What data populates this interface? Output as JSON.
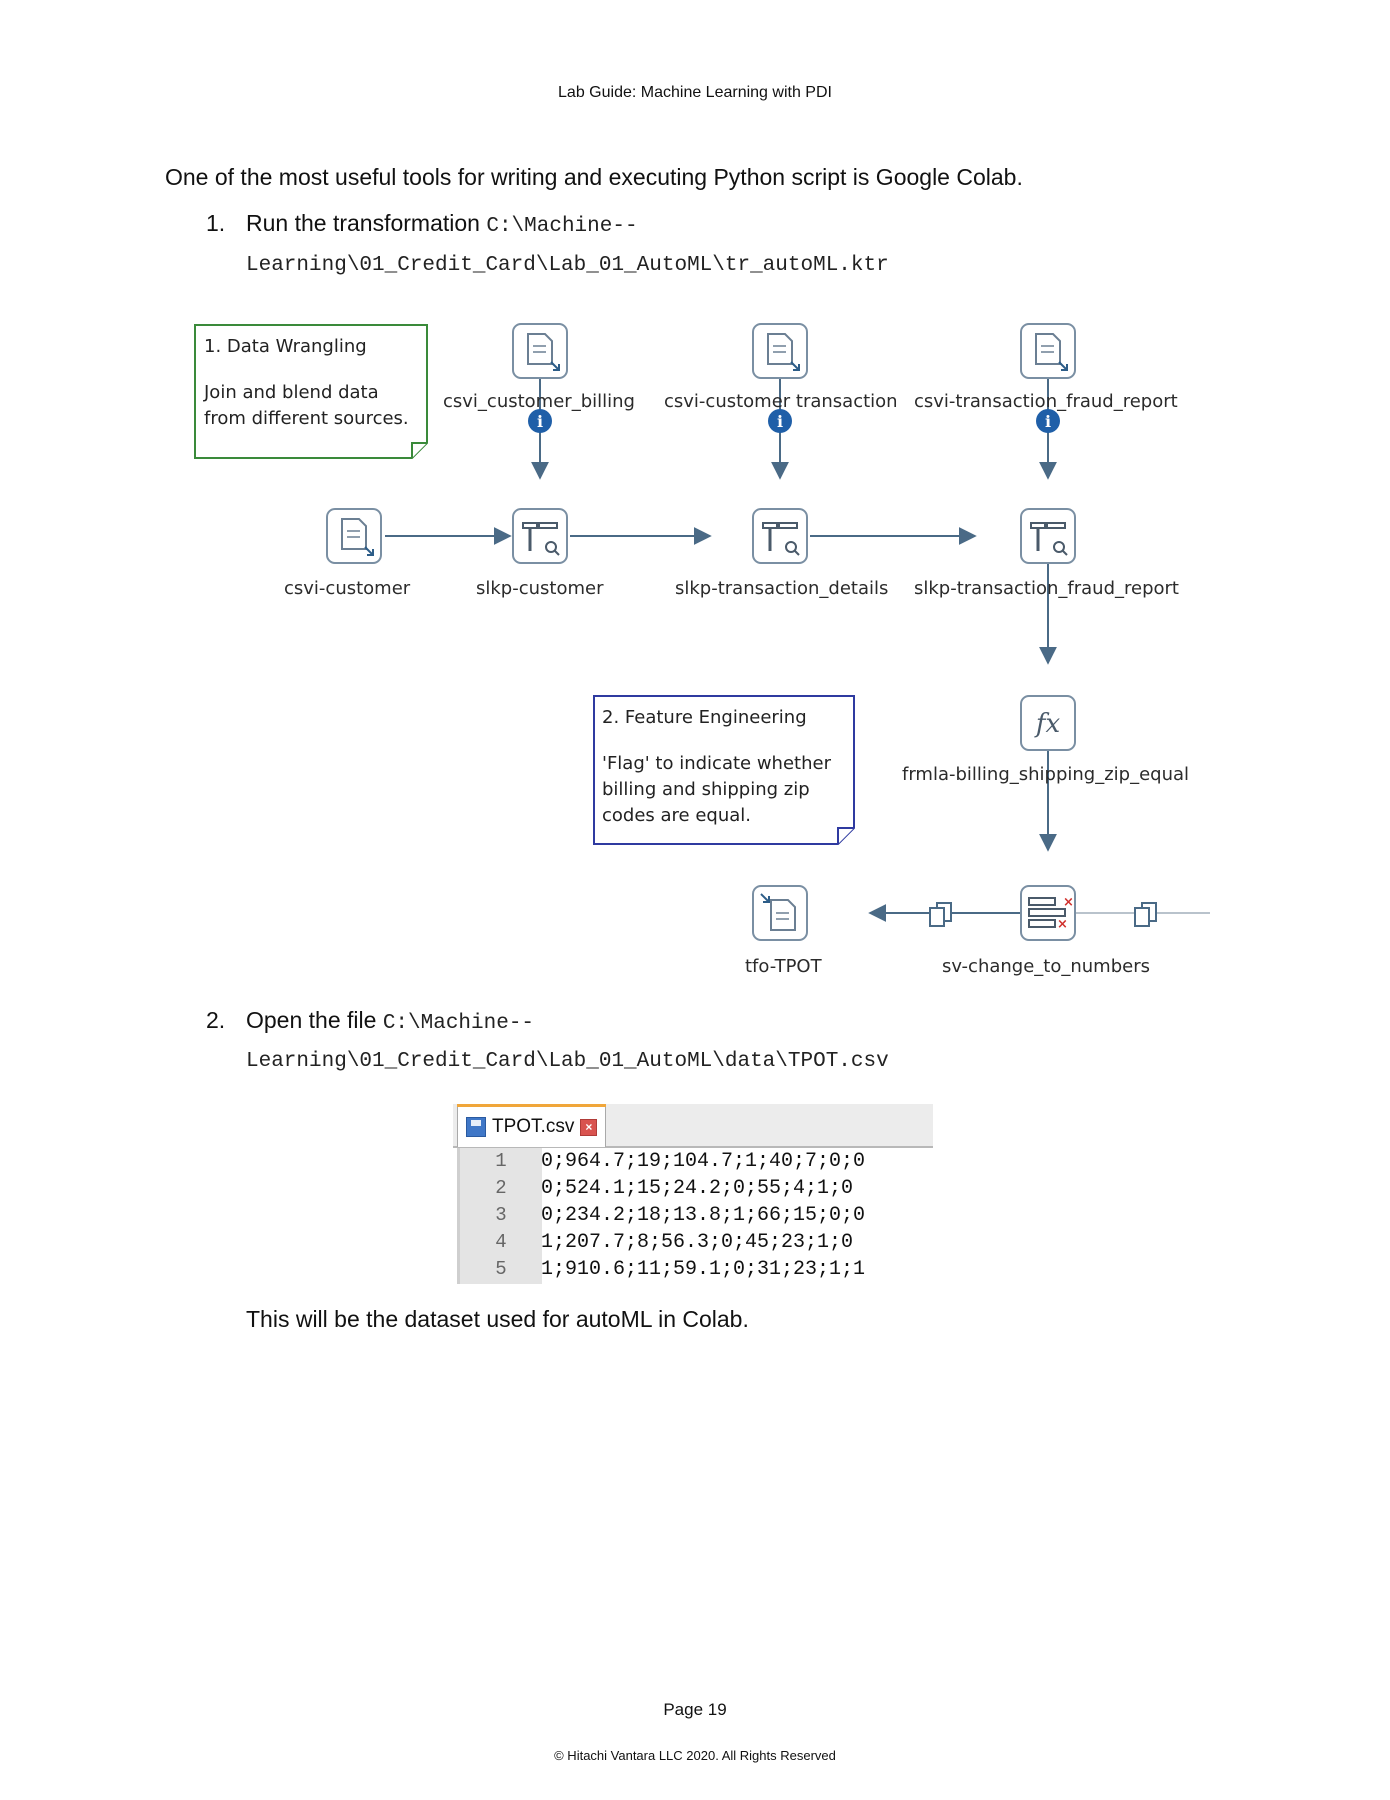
{
  "header": {
    "title": "Lab Guide: Machine Learning with PDI"
  },
  "intro": "One of the most useful tools for writing and executing Python script is Google Colab.",
  "step1": {
    "number": "1.",
    "text": "Run the transformation ",
    "path_line1": "C:\\Machine--",
    "path_line2": "Learning\\01_Credit_Card\\Lab_01_AutoML\\tr_autoML.ktr"
  },
  "diagram": {
    "notes": [
      {
        "title": "1. Data Wrangling",
        "line1": "Join and blend data",
        "line2": "from different sources.",
        "color": "#3a8a3a"
      },
      {
        "title": "2. Feature Engineering",
        "line1": "'Flag' to indicate whether",
        "line2": "billing and shipping zip",
        "line3": "codes are equal.",
        "color": "#2f3aa0"
      }
    ],
    "nodes": {
      "csvi_customer_billing": "csvi_customer_billing",
      "csvi_customer_transaction": "csvi-customer transaction",
      "csvi_transaction_fraud_report": "csvi-transaction_fraud_report",
      "csvi_customer": "csvi-customer",
      "slkp_customer": "slkp-customer",
      "slkp_transaction_details": "slkp-transaction_details",
      "slkp_transaction_fraud_report": "slkp-transaction_fraud_report",
      "frmla": "frmla-billing_shipping_zip_equal",
      "sv_change": "sv-change_to_numbers",
      "tfo_tpot": "tfo-TPOT"
    },
    "icons": {
      "input": "file-input-icon",
      "lookup": "stream-lookup-icon",
      "formula": "formula-icon",
      "value_mapper": "select-values-icon",
      "output": "file-output-icon",
      "info": "info-icon",
      "copy": "copy-rows-icon"
    },
    "accent": "#4a6a86"
  },
  "step2": {
    "number": "2.",
    "text": "Open the file ",
    "path_line1": "C:\\Machine--",
    "path_line2": "Learning\\01_Credit_Card\\Lab_01_AutoML\\data\\TPOT.csv"
  },
  "editor": {
    "tab_label": "TPOT.csv",
    "lines": [
      {
        "n": "1",
        "text": "0;964.7;19;104.7;1;40;7;0;0"
      },
      {
        "n": "2",
        "text": "0;524.1;15;24.2;0;55;4;1;0"
      },
      {
        "n": "3",
        "text": "0;234.2;18;13.8;1;66;15;0;0"
      },
      {
        "n": "4",
        "text": "1;207.7;8;56.3;0;45;23;1;0"
      },
      {
        "n": "5",
        "text": "1;910.6;11;59.1;0;31;23;1;1"
      }
    ]
  },
  "closing": "This will be the dataset used for autoML in Colab.",
  "footer": {
    "page": "Page 19",
    "copyright": "© Hitachi Vantara LLC 2020. All Rights Reserved"
  }
}
